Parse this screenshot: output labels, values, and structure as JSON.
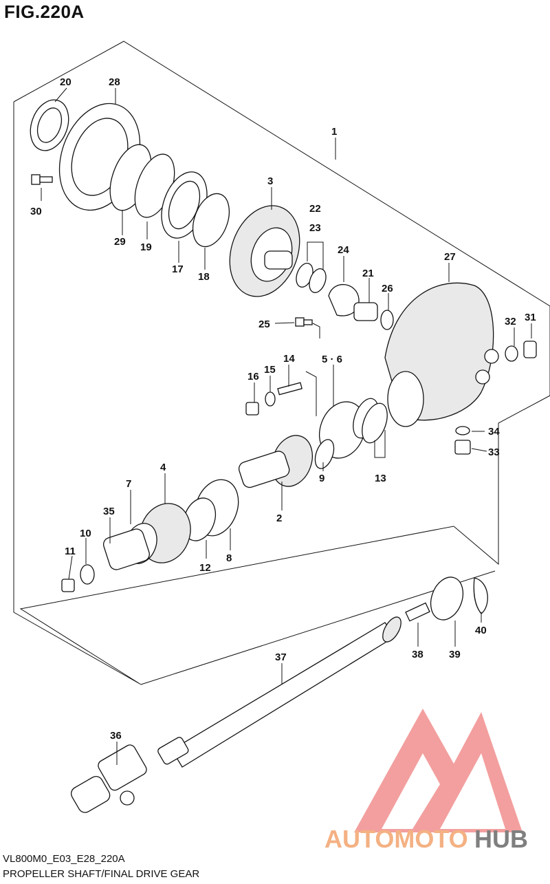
{
  "header": {
    "title": "FIG.220A"
  },
  "footer": {
    "code": "VL800M0_E03_E28_220A",
    "name": "PROPELLER SHAFT/FINAL DRIVE GEAR"
  },
  "watermark": {
    "part1": "AUTOMOTO",
    "part2": "HUB",
    "accent_color": "#f08080"
  },
  "callouts": {
    "c1": "1",
    "c2": "2",
    "c3": "3",
    "c4": "4",
    "c56": "5 · 6",
    "c7": "7",
    "c8": "8",
    "c9": "9",
    "c10": "10",
    "c11": "11",
    "c12": "12",
    "c13": "13",
    "c14": "14",
    "c15": "15",
    "c16": "16",
    "c17": "17",
    "c18": "18",
    "c19": "19",
    "c20": "20",
    "c21": "21",
    "c22": "22",
    "c23": "23",
    "c24": "24",
    "c25": "25",
    "c26": "26",
    "c27": "27",
    "c28": "28",
    "c29": "29",
    "c30": "30",
    "c31": "31",
    "c32": "32",
    "c33": "33",
    "c34": "34",
    "c35": "35",
    "c36": "36",
    "c37": "37",
    "c38": "38",
    "c39": "39",
    "c40": "40"
  }
}
